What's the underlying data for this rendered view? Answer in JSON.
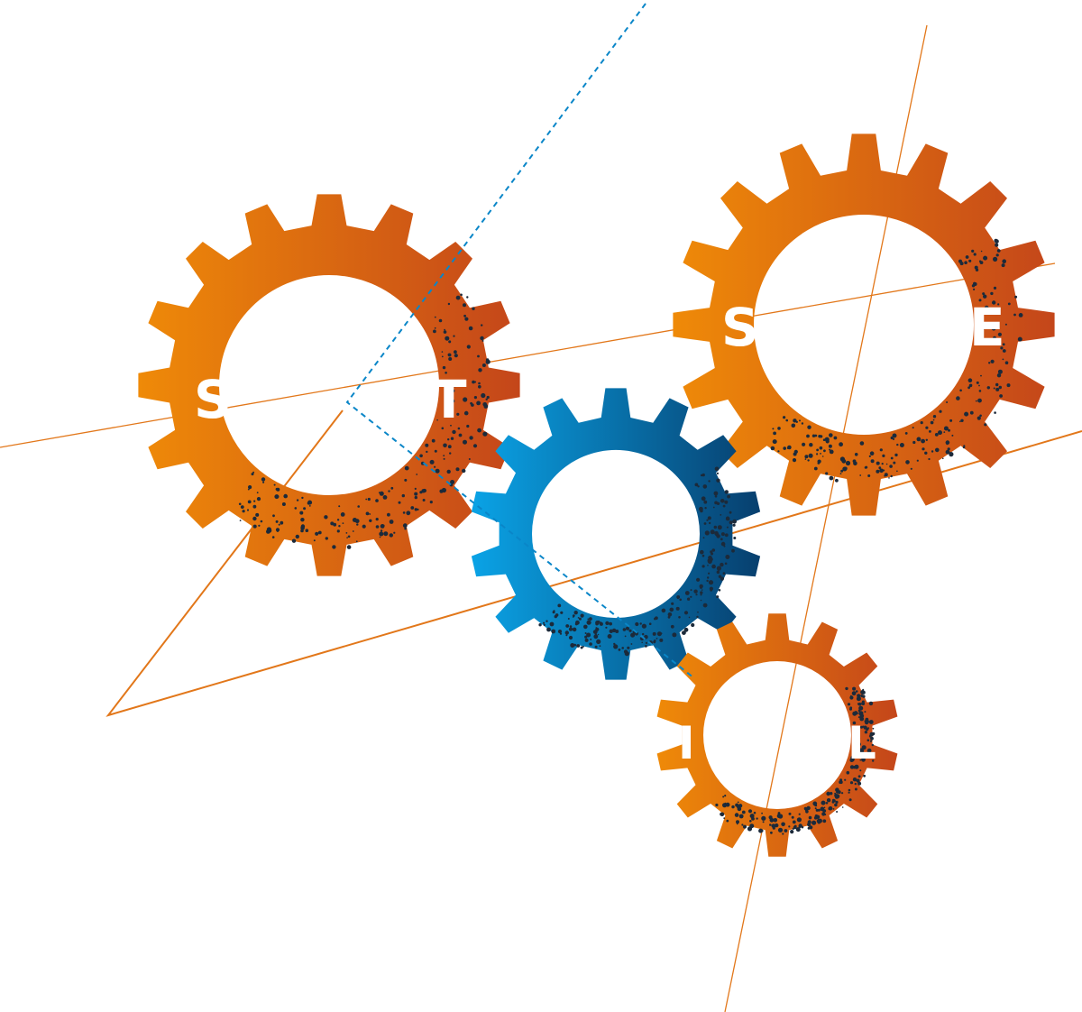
{
  "illustration": {
    "colors": {
      "orange_light": "#ef8a08",
      "orange_dark": "#c4461a",
      "blue_light": "#0aa3e6",
      "blue_dark": "#073f6e",
      "speckle": "#1c2a3a",
      "line_orange": "#e2771a",
      "line_blue_dashed": "#0a86c8"
    },
    "gears": [
      {
        "name": "gear-left",
        "color": "orange",
        "letters": [
          "S",
          "T"
        ]
      },
      {
        "name": "gear-right",
        "color": "orange",
        "letters": [
          "S",
          "E"
        ]
      },
      {
        "name": "gear-center",
        "color": "blue",
        "letters": []
      },
      {
        "name": "gear-bottom",
        "color": "orange",
        "letters": [
          "I",
          "L"
        ]
      }
    ]
  }
}
